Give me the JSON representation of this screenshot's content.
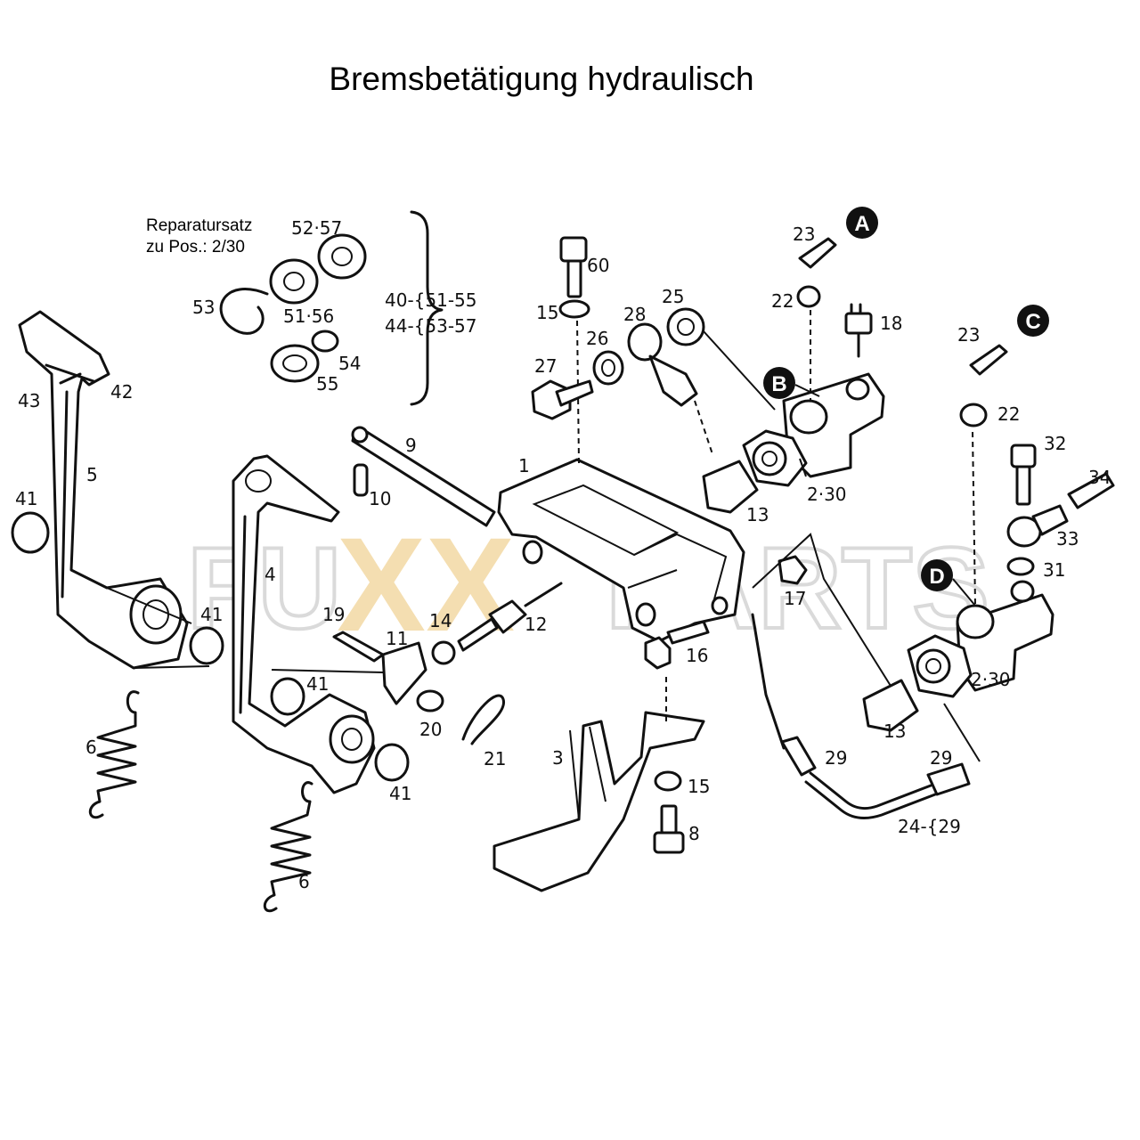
{
  "title": "Bremsbetätigung hydraulisch",
  "repair_note": {
    "line1": "Reparatursatz",
    "line2": "zu Pos.: 2/30"
  },
  "kit_groups": {
    "line1": "40-{51-55",
    "line2": "44-{53-57"
  },
  "watermark": {
    "prefix": "FU",
    "xx": "XX",
    "suffix": "PARTS"
  },
  "markers": [
    "A",
    "B",
    "C",
    "D"
  ],
  "labels": {
    "p1": "1",
    "p2_30a": "2·30",
    "p2_30b": "2·30",
    "p3": "3",
    "p4": "4",
    "p5": "5",
    "p6a": "6",
    "p6b": "6",
    "p8": "8",
    "p9": "9",
    "p10": "10",
    "p11": "11",
    "p12": "12",
    "p13a": "13",
    "p13b": "13",
    "p14": "14",
    "p15a": "15",
    "p15b": "15",
    "p16": "16",
    "p17": "17",
    "p18": "18",
    "p19": "19",
    "p20": "20",
    "p21": "21",
    "p22a": "22",
    "p22b": "22",
    "p23a": "23",
    "p23b": "23",
    "p24": "24-{29",
    "p25": "25",
    "p26": "26",
    "p27": "27",
    "p28": "28",
    "p29a": "29",
    "p29b": "29",
    "p31": "31",
    "p32": "32",
    "p33": "33",
    "p34": "34",
    "p41a": "41",
    "p41b": "41",
    "p41c": "41",
    "p41d": "41",
    "p42": "42",
    "p43": "43",
    "p51_56": "51·56",
    "p52_57": "52·57",
    "p53": "53",
    "p54": "54",
    "p55": "55",
    "p60": "60"
  }
}
